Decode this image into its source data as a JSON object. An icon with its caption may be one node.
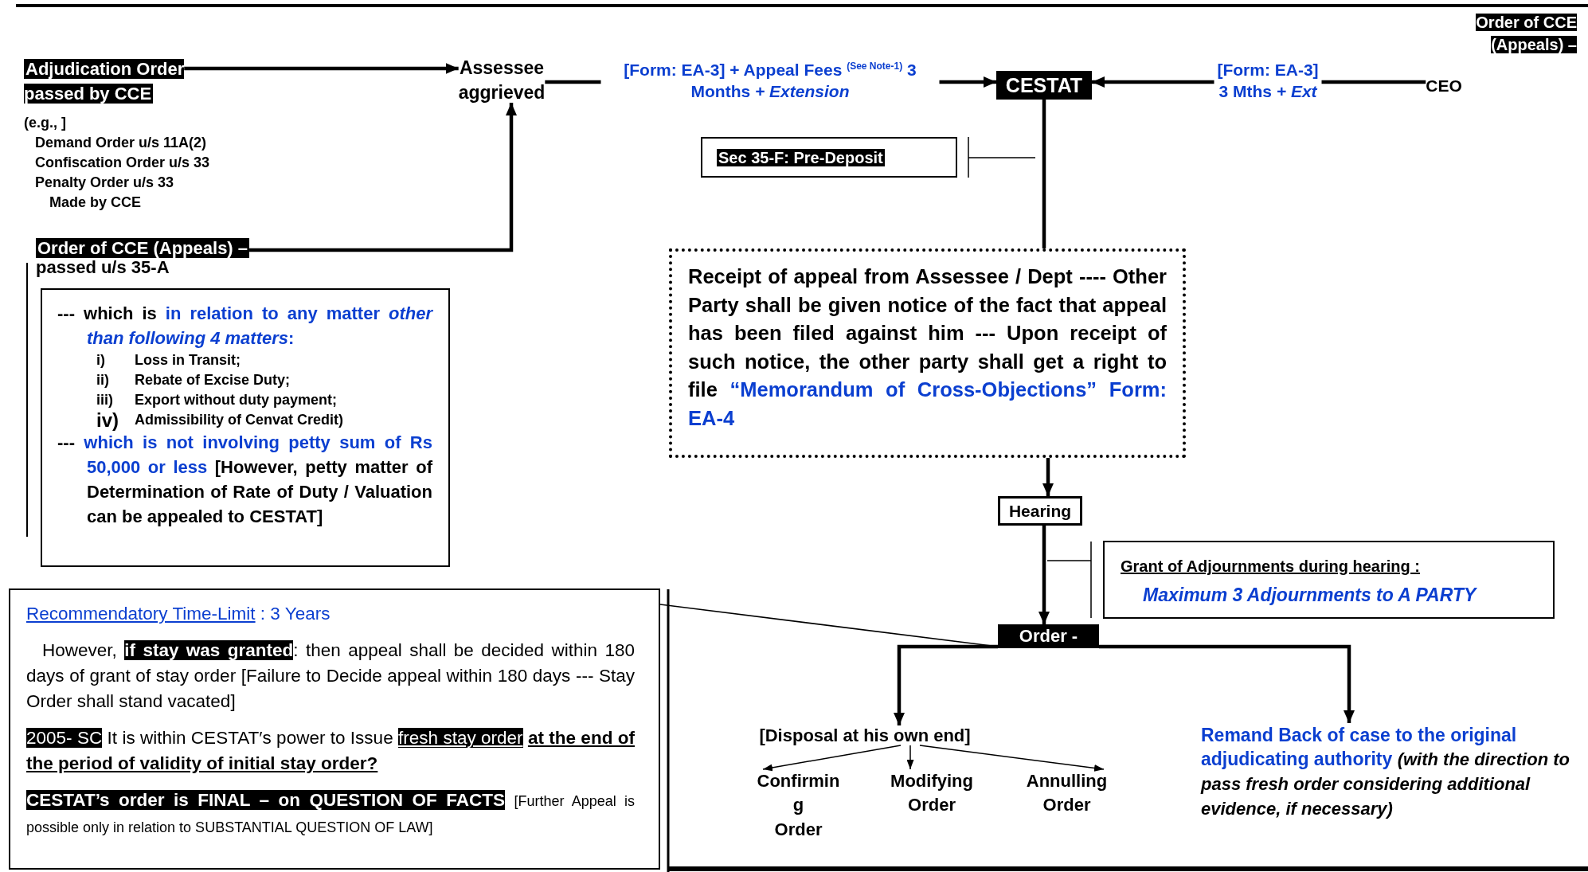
{
  "diagram": {
    "nodes": [
      {
        "text": [
          "Adjudication Order passed by CCE"
        ],
        "beside": [
          "(e.g., ]",
          "Demand Order u/s 11A(2)",
          "Confiscation Order u/s 33",
          "Penalty Order u/s 33",
          "Made by CCE"
        ]
      },
      {
        "text": [
          "Assessee aggrieved"
        ]
      },
      {
        "text": [
          "Order of CCE (Appeals) –"
        ],
        "beside": [
          "passed u/s 35-A"
        ]
      },
      {
        "text": [
          "--- which is",
          "in relation to any matter *other than following 4 matters*:",
          "i)",
          "Loss in Transit;",
          "ii)",
          "Rebate of Excise Duty;",
          "iii)",
          "Export without duty payment;",
          "iv)",
          "Admissibility of Cenvat Credit)",
          "---",
          "which is not involving petty sum of Rs 50,000 or less",
          "[However, petty matter of Determination of Rate of Duty / Valuation can be appealed to CESTAT]"
        ]
      },
      {
        "text": [
          "CESTAT"
        ]
      },
      {
        "text": [
          "CEO"
        ]
      },
      {
        "text": [
          "Sec 35-F: Pre-Deposit"
        ]
      },
      {
        "text": [
          "Receipt of appeal from Assessee / Dept ---- Other Party shall be given notice of the fact that appeal has been filed against him --- Upon receipt of such notice, the other party shall get a right to file",
          "“Memorandum of Cross-Objections” Form: EA-4"
        ]
      },
      {
        "text": [
          "Hearing"
        ]
      },
      {
        "text": [
          "Grant of Adjournments during hearing :",
          "Maximum 3 Adjournments to A PARTY"
        ]
      },
      {
        "text": [
          "Order -"
        ]
      },
      {
        "text": [
          "[Disposal at his own end]"
        ]
      },
      {
        "text": [
          "Confirmin g Order"
        ]
      },
      {
        "text": [
          "Modifying Order"
        ]
      },
      {
        "text": [
          "Annulling Order"
        ]
      },
      {
        "text": [
          "Remand Back of case to the original adjudicating authority",
          "(with the direction to pass fresh order considering additional evidence, if necessary)"
        ]
      },
      {
        "text": [
          "Recommendatory Time-Limit",
          ": 3 Years",
          "However, **if stay was granted**: then appeal shall be decided within 180 days of grant of stay order [Failure to Decide appeal within 180 days --- Stay Order shall stand vacated]",
          "2005- SC",
          "It is within CESTAT′s power to Issue",
          "fresh stay order",
          "at the end of the period of validity of initial stay order?",
          "CESTAT’s order is FINAL – on QUESTION OF FACTS",
          "[Further Appeal is possible only in relation to SUBSTANTIAL QUESTION OF LAW]"
        ]
      }
    ],
    "edges": [
      {
        "from": 0,
        "to": 1,
        "arrow": "to"
      },
      {
        "from": 2,
        "to": 1,
        "arrow": "to"
      },
      {
        "from": 1,
        "to": 4,
        "arrow": "to",
        "label": "[Form: EA-3] + Appeal Fees $^{(See Note-1)}$ 3 Months *+ Extension*"
      },
      {
        "from": 5,
        "to": 4,
        "arrow": "to",
        "label": "[Form: EA-3] 3 Mths *+ Ext*"
      },
      {
        "from": 4,
        "to": 7,
        "arrow": "none"
      },
      {
        "from": 7,
        "to": 8,
        "arrow": "to"
      },
      {
        "from": 8,
        "to": 10,
        "arrow": "to"
      },
      {
        "from": 10,
        "to": 11,
        "arrow": "to"
      },
      {
        "from": 10,
        "to": 15,
        "arrow": "to"
      },
      {
        "from": 11,
        "to": 12,
        "arrow": "to"
      },
      {
        "from": 11,
        "to": 13,
        "arrow": "to"
      },
      {
        "from": 11,
        "to": 14,
        "arrow": "to"
      },
      {
        "from": 16,
        "to": 10,
        "arrow": "none"
      }
    ],
    "labels": [
      "Order of CCE (Appeals) –"
    ]
  }
}
